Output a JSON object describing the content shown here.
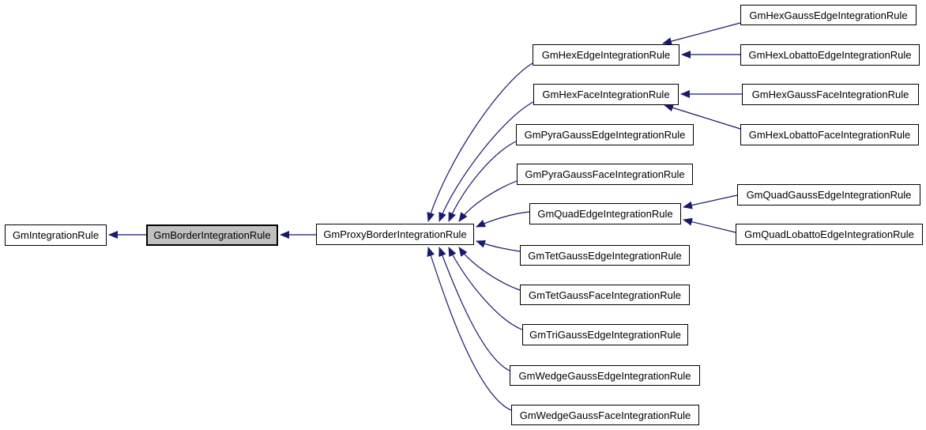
{
  "diagram": {
    "type": "class-inheritance-graph",
    "focus_class": "GmBorderIntegrationRule"
  },
  "colors": {
    "arrow-color": "#191970",
    "node-border": "#000000",
    "node-fill": "#ffffff",
    "focus-fill": "#c0c0c0",
    "background": "#ffffff",
    "text-color": "#000000"
  },
  "nodes": {
    "integration": {
      "label": "GmIntegrationRule"
    },
    "border": {
      "label": "GmBorderIntegrationRule"
    },
    "proxy_border": {
      "label": "GmProxyBorderIntegrationRule"
    },
    "hex_edge": {
      "label": "GmHexEdgeIntegrationRule"
    },
    "hex_gauss_edge": {
      "label": "GmHexGaussEdgeIntegrationRule"
    },
    "hex_lobatto_edge": {
      "label": "GmHexLobattoEdgeIntegrationRule"
    },
    "hex_face": {
      "label": "GmHexFaceIntegrationRule"
    },
    "hex_gauss_face": {
      "label": "GmHexGaussFaceIntegrationRule"
    },
    "hex_lobatto_face": {
      "label": "GmHexLobattoFaceIntegrationRule"
    },
    "pyra_gauss_edge": {
      "label": "GmPyraGaussEdgeIntegrationRule"
    },
    "pyra_gauss_face": {
      "label": "GmPyraGaussFaceIntegrationRule"
    },
    "quad_edge": {
      "label": "GmQuadEdgeIntegrationRule"
    },
    "quad_gauss_edge": {
      "label": "GmQuadGaussEdgeIntegrationRule"
    },
    "quad_lobatto_edge": {
      "label": "GmQuadLobattoEdgeIntegrationRule"
    },
    "tet_gauss_edge": {
      "label": "GmTetGaussEdgeIntegrationRule"
    },
    "tet_gauss_face": {
      "label": "GmTetGaussFaceIntegrationRule"
    },
    "tri_gauss_edge": {
      "label": "GmTriGaussEdgeIntegrationRule"
    },
    "wedge_gauss_edge": {
      "label": "GmWedgeGaussEdgeIntegrationRule"
    },
    "wedge_gauss_face": {
      "label": "GmWedgeGaussFaceIntegrationRule"
    }
  }
}
